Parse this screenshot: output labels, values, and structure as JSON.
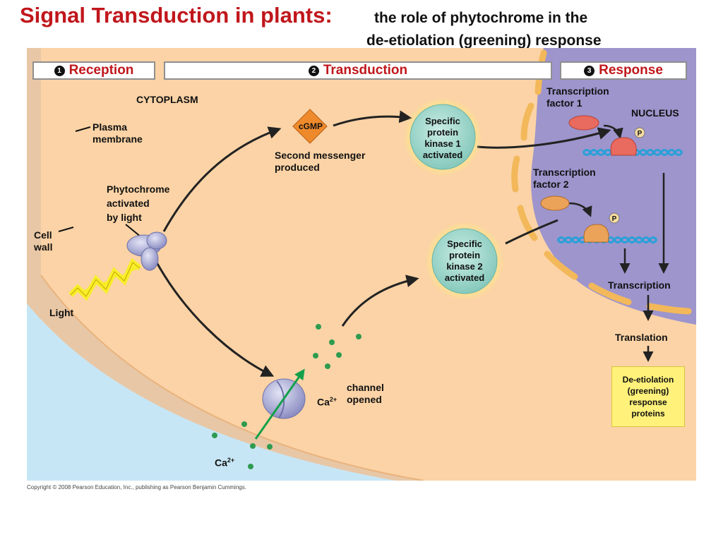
{
  "title": {
    "main": "Signal Transduction in plants:",
    "sub_line1": "the role of phytochrome in the",
    "sub_line2": "de-etiolation (greening) response"
  },
  "stages": [
    {
      "number": "1",
      "label": "Reception"
    },
    {
      "number": "2",
      "label": "Transduction"
    },
    {
      "number": "3",
      "label": "Response"
    }
  ],
  "labels": {
    "cytoplasm": "CYTOPLASM",
    "plasma_membrane": "Plasma\nmembrane",
    "cell_wall": "Cell\nwall",
    "phytochrome": "Phytochrome\nactivated\nby light",
    "light": "Light",
    "cgmp": "cGMP",
    "second_messenger": "Second messenger\nproduced",
    "kinase1": "Specific\nprotein\nkinase 1\nactivated",
    "kinase2": "Specific\nprotein\nkinase 2\nactivated",
    "ca_channel": "channel\nopened",
    "ca_ion": "Ca",
    "ca_charge": "2+",
    "nucleus": "NUCLEUS",
    "tf1": "Transcription\nfactor 1",
    "tf2": "Transcription\nfactor 2",
    "phosphate": "P",
    "transcription": "Transcription",
    "translation": "Translation",
    "result": "De-etiolation\n(greening)\nresponse\nproteins"
  },
  "copyright": "Copyright © 2008 Pearson Education, Inc., publishing as Pearson Benjamin Cummings.",
  "colors": {
    "title_red": "#c0171c",
    "cytoplasm": "#fbd3a6",
    "cell_wall": "#e8c7a6",
    "outside": "#c7e6f5",
    "nucleus": "#9d95cc",
    "envelope": "#f3b85a",
    "kinase": "#a8d9cf",
    "glow": "#fff27a",
    "cgmp": "#ee8a2b",
    "ca_dot": "#2e9b4f",
    "dna": "#2aa0d8",
    "protein": "#b7b8de",
    "result_box": "#fff17a"
  }
}
